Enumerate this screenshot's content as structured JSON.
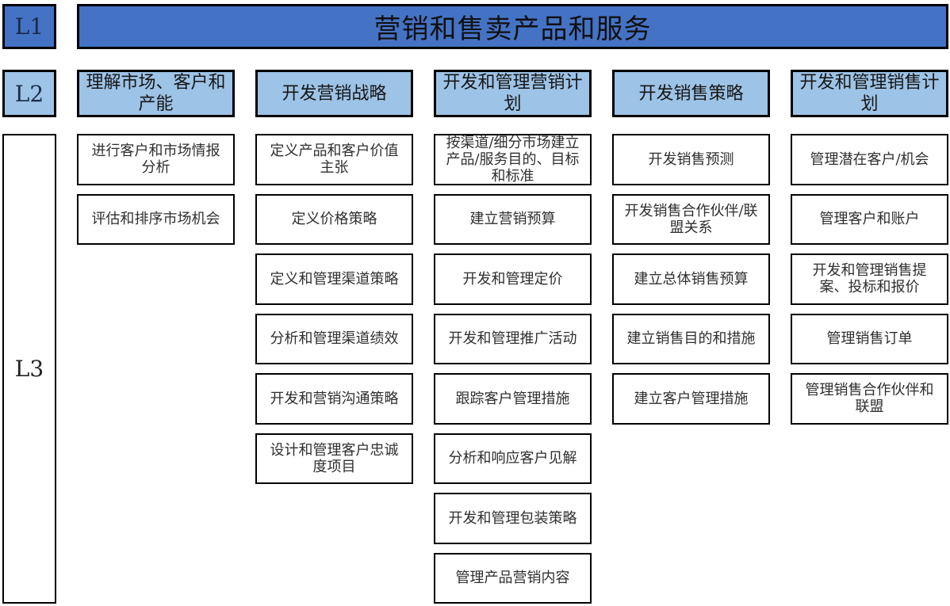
{
  "title": "营销和售卖产品和服务",
  "levels": [
    "L1",
    "L2",
    "L3"
  ],
  "columns": [
    {
      "header": "理解市场、客户和产能",
      "items": [
        "进行客户和市场情报分析",
        "评估和排序市场机会"
      ]
    },
    {
      "header": "开发营销战略",
      "items": [
        "定义产品和客户价值主张",
        "定义价格策略",
        "定义和管理渠道策略",
        "分析和管理渠道绩效",
        "开发和营销沟通策略",
        "设计和管理客户忠诚度项目"
      ]
    },
    {
      "header": "开发和管理营销计划",
      "items": [
        "按渠道/细分市场建立产品/服务目的、目标和标准",
        "建立营销预算",
        "开发和管理定价",
        "开发和管理推广活动",
        "跟踪客户管理措施",
        "分析和响应客户见解",
        "开发和管理包装策略",
        "管理产品营销内容"
      ]
    },
    {
      "header": "开发销售策略",
      "items": [
        "开发销售预测",
        "开发销售合作伙伴/联盟关系",
        "建立总体销售预算",
        "建立销售目的和措施",
        "建立客户管理措施"
      ]
    },
    {
      "header": "开发和管理销售计划",
      "items": [
        "管理潜在客户/机会",
        "管理客户和账户",
        "开发和管理销售提案、投标和报价",
        "管理销售订单",
        "管理销售合作伙伴和联盟"
      ]
    }
  ],
  "colors": {
    "l1_fill": "#4472C4",
    "l2_fill": "#9DC3E6",
    "l3_fill": "#FFFFFF",
    "border": "#000000",
    "label_text": "#1c2b4a",
    "body_text": "#2f2f2f"
  }
}
